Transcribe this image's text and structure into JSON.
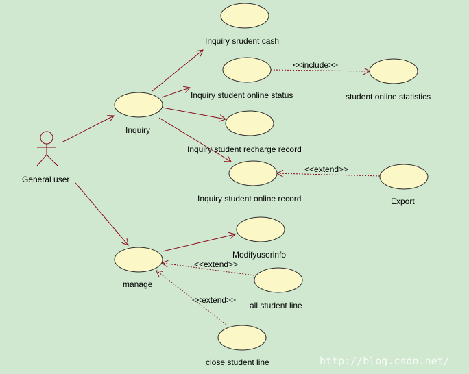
{
  "diagram": {
    "colors": {
      "background": "#cfe8cf",
      "usecase_fill": "#fbf7c6",
      "connector": "#8b0a1a"
    },
    "actor": {
      "label": "General user"
    },
    "usecases": {
      "inquiry": "Inquiry",
      "manage": "manage",
      "cash": "Inquiry srudent cash",
      "online_status": "Inquiry student online status",
      "online_stats": "student online statistics",
      "recharge": "Inquiry student recharge record",
      "online_record": "Inquiry student online record",
      "export": "Export",
      "modify": "Modifyuserinfo",
      "all_line": "all student line",
      "close_line": "close student line"
    },
    "stereotypes": {
      "include": "<<include>>",
      "extend_export": "<<extend>>",
      "extend_all": "<<extend>>",
      "extend_close": "<<extend>>"
    },
    "watermark": "http://blog.csdn.net/"
  }
}
